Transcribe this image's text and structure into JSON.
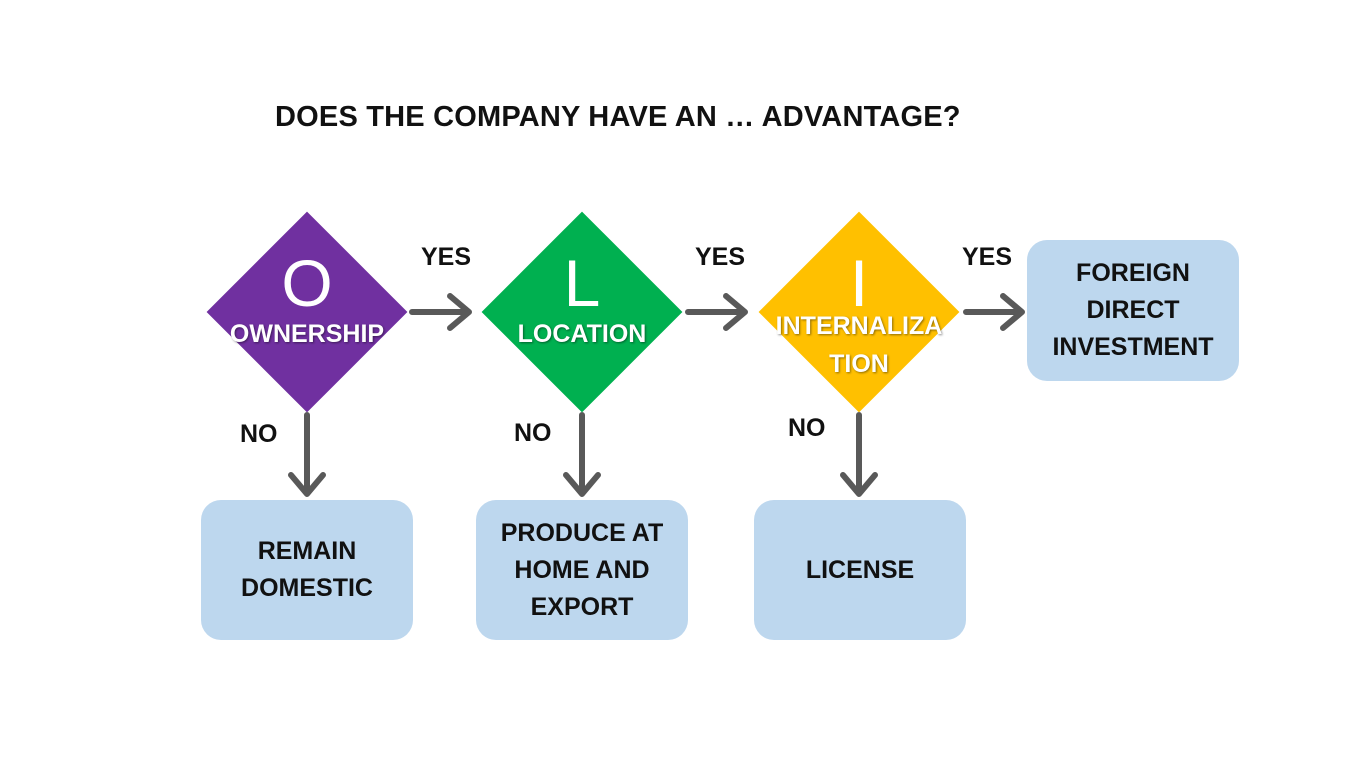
{
  "title": "DOES THE COMPANY HAVE AN … ADVANTAGE?",
  "steps": [
    {
      "letter": "O",
      "word": "OWNERSHIP",
      "color": "#7030a0"
    },
    {
      "letter": "L",
      "word": "LOCATION",
      "color": "#00b050"
    },
    {
      "letter": "I",
      "word": "INTERNALIZA\nTION",
      "color": "#ffc000"
    }
  ],
  "yes_label": "YES",
  "no_label": "NO",
  "outcomes": {
    "no_ownership": "REMAIN\nDOMESTIC",
    "no_location": "PRODUCE AT\nHOME AND\nEXPORT",
    "no_internalization": "LICENSE",
    "yes_all": "FOREIGN\nDIRECT\nINVESTMENT"
  },
  "colors": {
    "outcome_box": "#bdd7ee",
    "arrow": "#595959",
    "text": "#111111"
  }
}
